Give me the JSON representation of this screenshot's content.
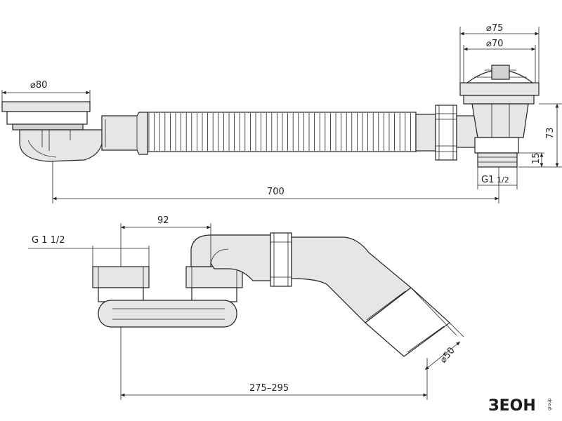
{
  "top_view": {
    "dim_d80": "⌀80",
    "dim_d75": "⌀75",
    "dim_d70": "⌀70",
    "dim_700": "700",
    "dim_73": "73",
    "dim_15": "15",
    "dim_g112": "G1",
    "dim_g112_frac": "1/2"
  },
  "bottom_view": {
    "dim_92": "92",
    "dim_g_1_1_2": "G  1  1/2",
    "dim_275_295": "275–295",
    "dim_d50": "⌀50"
  },
  "logo": {
    "brand": "ЗЕОН",
    "tagline": "group"
  }
}
